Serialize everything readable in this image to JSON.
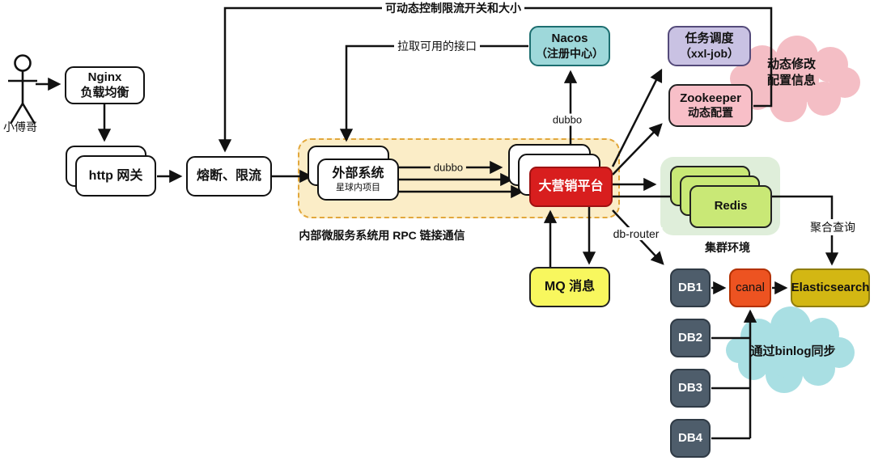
{
  "person": {
    "label": "小傅哥"
  },
  "nodes": {
    "nginx": {
      "line1": "Nginx",
      "line2": "负载均衡"
    },
    "http_gateway": {
      "label": "http 网关"
    },
    "circuit_breaker": {
      "label": "熔断、限流"
    },
    "external_system": {
      "line1": "外部系统",
      "line2": "星球内项目"
    },
    "marketing_platform": {
      "label": "大营销平台"
    },
    "nacos": {
      "line1": "Nacos",
      "line2": "（注册中心）"
    },
    "task_scheduler": {
      "line1": "任务调度",
      "line2": "（xxl-job）"
    },
    "zookeeper": {
      "line1": "Zookeeper",
      "line2": "动态配置"
    },
    "redis": {
      "label": "Redis"
    },
    "mq": {
      "label": "MQ 消息"
    },
    "db1": {
      "label": "DB1"
    },
    "db2": {
      "label": "DB2"
    },
    "db3": {
      "label": "DB3"
    },
    "db4": {
      "label": "DB4"
    },
    "canal": {
      "label": "canal"
    },
    "elasticsearch": {
      "label": "Elasticsearch"
    }
  },
  "edge_labels": {
    "dynamic_limit": "可动态控制限流开关和大小",
    "pull_interfaces": "拉取可用的接口",
    "dubbo_nacos": "dubbo",
    "dubbo_rpc": "dubbo",
    "db_router": "db-router",
    "agg_query": "聚合查询"
  },
  "region_labels": {
    "rpc_note": "内部微服务系统用 RPC 链接通信",
    "cluster": "集群环境"
  },
  "clouds": {
    "config_cloud": {
      "line1": "动态修改",
      "line2": "配置信息"
    },
    "binlog_cloud": {
      "label": "通过binlog同步"
    }
  },
  "colors": {
    "platform_red": "#D81E1E",
    "nacos_teal": "#9ED8DA",
    "scheduler_purple": "#C9C2E3",
    "zookeeper_pink": "#F8BFC8",
    "redis_green": "#C9E876",
    "cluster_bg_green": "#DFEEDA",
    "mq_yellow": "#F8F75E",
    "db_slate": "#4E5D6B",
    "canal_orange": "#ED5321",
    "es_gold": "#D3B713",
    "rpc_region_yellow": "#FBEDC7",
    "rpc_region_border": "#E2A73C",
    "config_cloud_pink": "#F4BEC5",
    "binlog_cloud_teal": "#A9DFE3",
    "line_black": "#111111"
  }
}
